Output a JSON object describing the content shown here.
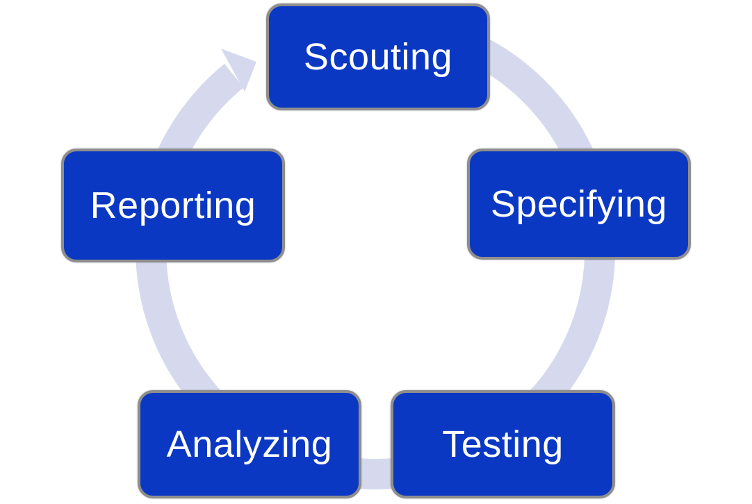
{
  "diagram": {
    "type": "cycle-diagram",
    "direction": "clockwise",
    "steps": [
      {
        "id": "scouting",
        "label": "Scouting",
        "position": "top"
      },
      {
        "id": "specifying",
        "label": "Specifying",
        "position": "right"
      },
      {
        "id": "testing",
        "label": "Testing",
        "position": "bottom-right"
      },
      {
        "id": "analyzing",
        "label": "Analyzing",
        "position": "bottom-left"
      },
      {
        "id": "reporting",
        "label": "Reporting",
        "position": "left"
      }
    ],
    "colors": {
      "node_fill": "#0b38c3",
      "node_border": "#8e8e8e",
      "node_text": "#ffffff",
      "ring": "#d6d9ee"
    }
  }
}
